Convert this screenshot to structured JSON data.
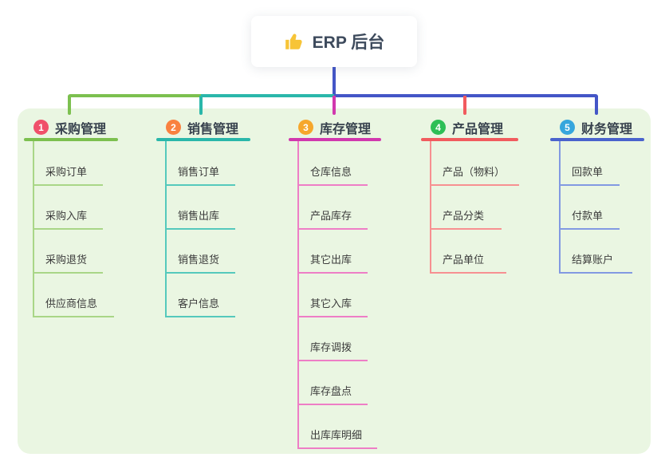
{
  "canvas": {
    "background": "#ffffff",
    "panel_color": "#eaf6e2"
  },
  "root": {
    "title": "ERP 后台",
    "icon": "thumbs-up-icon",
    "line_color": "#4456c7"
  },
  "branches": [
    {
      "badge": "1",
      "label": "采购管理",
      "badge_color": "#f0506a",
      "line_color": "#7cc04f",
      "child_line_color": "#a9d687",
      "children": [
        "采购订单",
        "采购入库",
        "采购退货",
        "供应商信息"
      ]
    },
    {
      "badge": "2",
      "label": "销售管理",
      "badge_color": "#f9813f",
      "line_color": "#2ab7aa",
      "child_line_color": "#55c9bc",
      "children": [
        "销售订单",
        "销售出库",
        "销售退货",
        "客户信息"
      ]
    },
    {
      "badge": "3",
      "label": "库存管理",
      "badge_color": "#f6a72c",
      "line_color": "#d138ae",
      "child_line_color": "#ee7ec6",
      "children": [
        "仓库信息",
        "产品库存",
        "其它出库",
        "其它入库",
        "库存调拨",
        "库存盘点",
        "出库库明细"
      ]
    },
    {
      "badge": "4",
      "label": "产品管理",
      "badge_color": "#2dbf56",
      "line_color": "#f15b5e",
      "child_line_color": "#f79091",
      "children": [
        "产品（物料）",
        "产品分类",
        "产品单位"
      ]
    },
    {
      "badge": "5",
      "label": "财务管理",
      "badge_color": "#36a6dd",
      "line_color": "#4a63cd",
      "child_line_color": "#8299e2",
      "children": [
        "回款单",
        "付款单",
        "结算账户"
      ]
    }
  ]
}
